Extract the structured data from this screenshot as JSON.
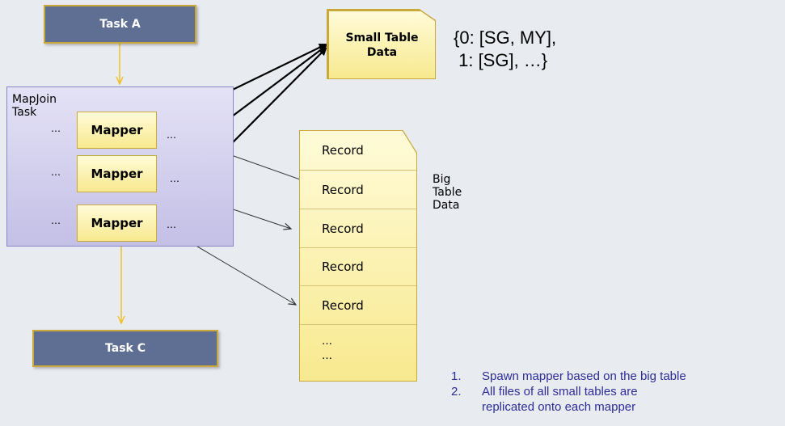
{
  "task_a": "Task A",
  "task_c": "Task C",
  "mapjoin_label_line1": "MapJoin",
  "mapjoin_label_line2": "Task",
  "mapper_label": "Mapper",
  "ellipsis": "…",
  "small_table_line1": "Small Table",
  "small_table_line2": "Data",
  "dict_line1": "{0: [SG, MY],",
  "dict_line2": " 1: [SG], …}",
  "records": [
    "Record",
    "Record",
    "Record",
    "Record",
    "Record"
  ],
  "big_table_more": [
    "…",
    "…"
  ],
  "big_table_label": [
    "Big",
    "Table",
    "Data"
  ],
  "notes": [
    {
      "num": "1.",
      "text": "Spawn mapper based on the big table"
    },
    {
      "num": "2.",
      "text": "All files of all small tables are"
    },
    {
      "num": "",
      "text": "replicated onto each mapper"
    }
  ],
  "colors": {
    "task_fill": "#5e6f93",
    "task_border": "#c9a93a",
    "note_text": "#2d2d96",
    "connector": "#f0c030"
  }
}
